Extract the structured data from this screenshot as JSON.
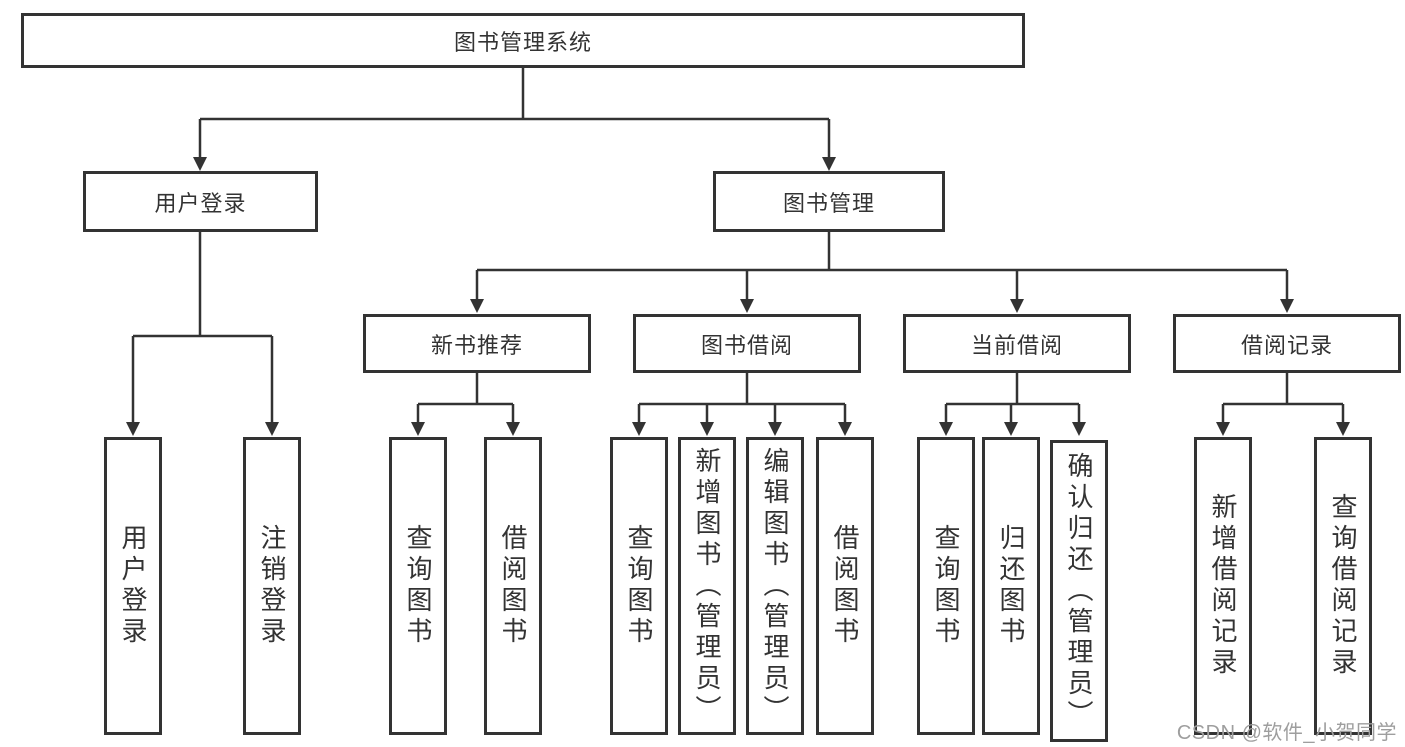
{
  "tree": {
    "label": "图书管理系统",
    "children": [
      {
        "label": "用户登录",
        "children": [
          {
            "label": "用户登录"
          },
          {
            "label": "注销登录"
          }
        ]
      },
      {
        "label": "图书管理",
        "children": [
          {
            "label": "新书推荐",
            "children": [
              {
                "label": "查询图书"
              },
              {
                "label": "借阅图书"
              }
            ]
          },
          {
            "label": "图书借阅",
            "children": [
              {
                "label": "查询图书"
              },
              {
                "label": "新增图书（管理员）"
              },
              {
                "label": "编辑图书（管理员）"
              },
              {
                "label": "借阅图书"
              }
            ]
          },
          {
            "label": "当前借阅",
            "children": [
              {
                "label": "查询图书"
              },
              {
                "label": "归还图书"
              },
              {
                "label": "确认归还（管理员）"
              }
            ]
          },
          {
            "label": "借阅记录",
            "children": [
              {
                "label": "新增借阅记录"
              },
              {
                "label": "查询借阅记录"
              }
            ]
          }
        ]
      }
    ]
  },
  "watermark": {
    "text": "CSDN @软件_小贺同学",
    "color": "#9e9e9e"
  },
  "colors": {
    "line": "#333333",
    "box_border": "#333333",
    "text": "#333333",
    "background": "#ffffff"
  }
}
